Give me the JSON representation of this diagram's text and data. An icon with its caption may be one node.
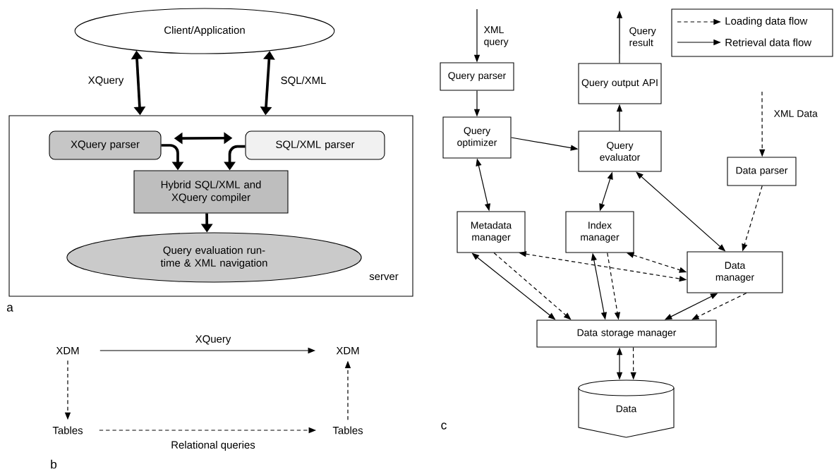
{
  "diagram": {
    "nodes": [
      {
        "text": [
          "server"
        ]
      },
      {
        "text": [
          "Client/Application"
        ]
      },
      {
        "text": [
          "XQuery parser"
        ],
        "in": 0
      },
      {
        "text": [
          "SQL/XML parser"
        ],
        "in": 0
      },
      {
        "text": [
          "Hybrid SQL/XML and XQuery compiler"
        ],
        "in": 0
      },
      {
        "text": [
          "Query evaluation run-time & XML navigation"
        ],
        "in": 0
      },
      {
        "text": [
          "XDM"
        ]
      },
      {
        "text": [
          "XDM"
        ]
      },
      {
        "text": [
          "Tables"
        ]
      },
      {
        "text": [
          "Tables"
        ]
      },
      {
        "text": [
          "Query parser"
        ]
      },
      {
        "text": [
          "Query optimizer"
        ]
      },
      {
        "text": [
          "Query output API"
        ]
      },
      {
        "text": [
          "Query evaluator"
        ]
      },
      {
        "text": [
          "Data parser"
        ]
      },
      {
        "text": [
          "Metadata manager"
        ]
      },
      {
        "text": [
          "Index manager"
        ]
      },
      {
        "text": [
          "Data manager"
        ]
      },
      {
        "text": [
          "Data storage manager"
        ]
      },
      {
        "text": [
          "Data"
        ]
      }
    ],
    "edges": [
      {
        "from": 1,
        "to": 0,
        "arrow": "both",
        "label": "XQuery",
        "style": "thick"
      },
      {
        "from": 1,
        "to": 0,
        "arrow": "both",
        "label": "SQL/XML",
        "style": "thick"
      },
      {
        "from": 2,
        "to": 3,
        "arrow": "both",
        "style": "thick"
      },
      {
        "from": 2,
        "to": 4,
        "arrow": "to",
        "style": "thick"
      },
      {
        "from": 3,
        "to": 4,
        "arrow": "to",
        "style": "thick"
      },
      {
        "from": 4,
        "to": 5,
        "arrow": "to",
        "style": "thick"
      },
      {
        "from": 6,
        "to": 7,
        "arrow": "to",
        "label": "XQuery"
      },
      {
        "from": 6,
        "to": 8,
        "arrow": "to",
        "style": "dashed"
      },
      {
        "from": 9,
        "to": 7,
        "arrow": "to",
        "style": "dashed"
      },
      {
        "from": 8,
        "to": 9,
        "arrow": "to",
        "label": "Relational queries",
        "style": "dashed"
      },
      {
        "from": null,
        "to": 10,
        "arrow": "to",
        "label": "XML query"
      },
      {
        "from": 10,
        "to": 11,
        "arrow": "to"
      },
      {
        "from": 11,
        "to": 13,
        "arrow": "to"
      },
      {
        "from": 13,
        "to": 12,
        "arrow": "to"
      },
      {
        "from": 12,
        "to": null,
        "arrow": "to",
        "label": "Query result"
      },
      {
        "from": null,
        "to": 14,
        "arrow": "to",
        "label": "XML Data",
        "style": "dashed"
      },
      {
        "from": 11,
        "to": 15,
        "arrow": "both"
      },
      {
        "from": 13,
        "to": 16,
        "arrow": "both"
      },
      {
        "from": 13,
        "to": 17,
        "arrow": "both"
      },
      {
        "from": 14,
        "to": 17,
        "arrow": "to",
        "style": "dashed"
      },
      {
        "from": 15,
        "to": 17,
        "arrow": "both",
        "style": "dashed"
      },
      {
        "from": 16,
        "to": 17,
        "arrow": "both",
        "style": "dashed"
      },
      {
        "from": 15,
        "to": 18,
        "arrow": "both"
      },
      {
        "from": 15,
        "to": 18,
        "arrow": "to",
        "style": "dashed"
      },
      {
        "from": 16,
        "to": 18,
        "arrow": "both"
      },
      {
        "from": 16,
        "to": 18,
        "arrow": "to",
        "style": "dashed"
      },
      {
        "from": 17,
        "to": 18,
        "arrow": "both"
      },
      {
        "from": 17,
        "to": 18,
        "arrow": "to",
        "style": "dashed"
      },
      {
        "from": 18,
        "to": 19,
        "arrow": "both"
      },
      {
        "from": 18,
        "to": 19,
        "arrow": "to",
        "style": "dashed"
      }
    ],
    "labels": [
      "a",
      "b",
      "c"
    ],
    "legend": [
      {
        "text": "Loading data flow"
      },
      {
        "text": "Retrieval data flow"
      }
    ]
  }
}
